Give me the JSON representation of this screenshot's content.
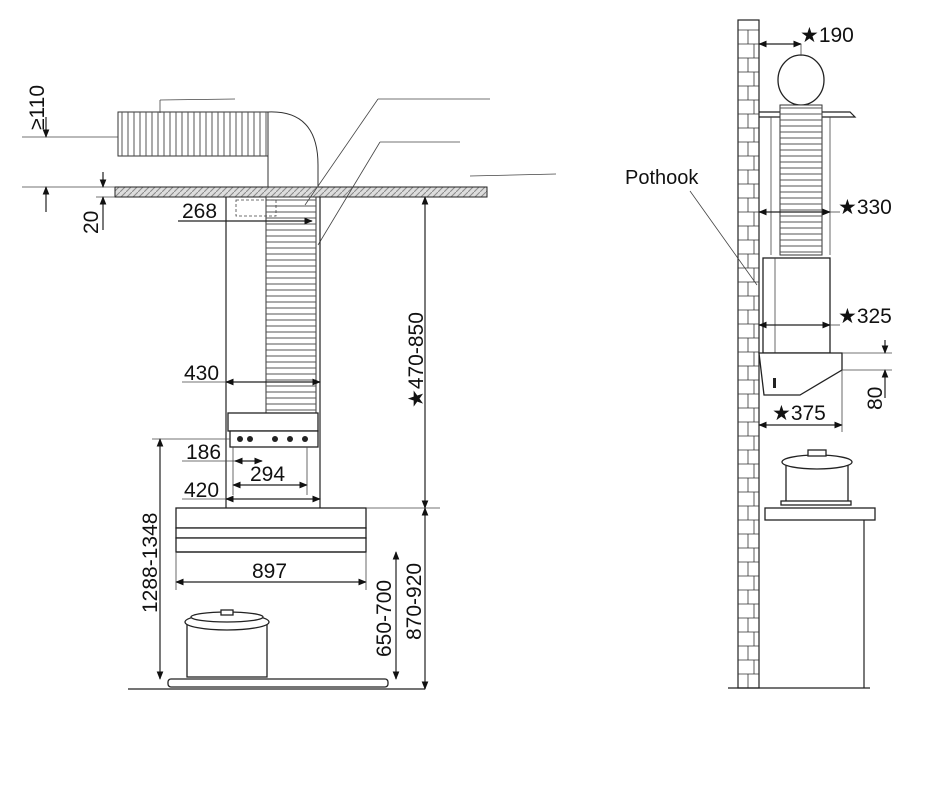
{
  "front_view": {
    "dim_duct_clearance": "≥110",
    "dim_ceiling_thickness": "20",
    "dim_duct_offset": "268",
    "dim_chimney_width": "430",
    "dim_bracket_inner": "186",
    "dim_bracket_outer": "294",
    "dim_body_width": "420",
    "dim_hood_width": "897",
    "dim_chimney_height": "★470-850",
    "dim_total_height": "1288-1348",
    "dim_hob_clearance": "650-700",
    "dim_counter_height": "870-920"
  },
  "side_view": {
    "pothook_label": "Pothook",
    "dim_duct_offset": "★190",
    "dim_chimney_depth": "★330",
    "dim_body_depth": "★325",
    "dim_hood_depth": "★375",
    "dim_hood_height": "80"
  }
}
